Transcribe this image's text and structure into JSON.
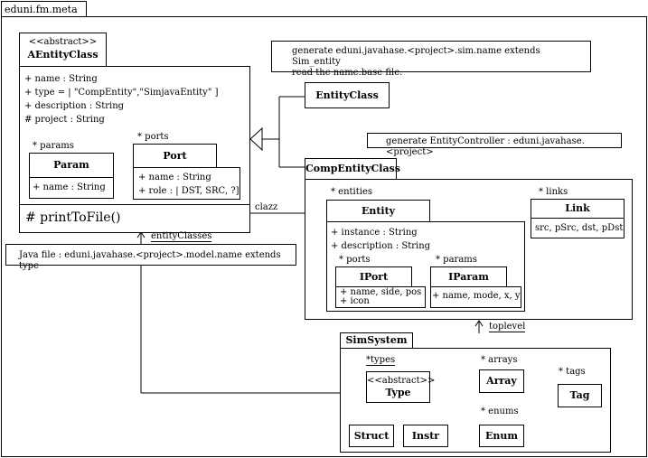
{
  "package": {
    "name": "eduni.fm.meta"
  },
  "notes": {
    "generate_line1": "generate eduni.javahase.<project>.sim.name extends Sim_entity",
    "generate_line2": "read the name.base file.",
    "controller": "generate EntityController : eduni.javahase.<project>",
    "javafile": "Java file : eduni.javahase.<project>.model.name extends type"
  },
  "aentity": {
    "stereotype": "<<abstract>>",
    "name": "AEntityClass",
    "attrs": [
      "+ name : String",
      "+ type = | \"CompEntity\",\"SimjavaEntity\" ]",
      "+ description : String",
      "# project : String"
    ],
    "method": "# printToFile()",
    "params_label": "* params",
    "ports_label": "* ports"
  },
  "param": {
    "name": "Param",
    "attr": "+ name : String"
  },
  "port": {
    "name": "Port",
    "attr1": "+ name : String",
    "attr2": "+ role : | DST, SRC, ?]"
  },
  "entityclass": {
    "name": "EntityClass"
  },
  "comp": {
    "name": "CompEntityClass",
    "entities_label": "* entities",
    "links_label": "* links"
  },
  "entity": {
    "name": "Entity",
    "attr1": "+ instance : String",
    "attr2": "+ description : String",
    "ports_label": "* ports",
    "params_label": "* params"
  },
  "iport": {
    "name": "IPort",
    "attr1": "+ name, side, pos",
    "attr2": "+ icon"
  },
  "iparam": {
    "name": "IParam",
    "attr": "+ name, mode, x, y"
  },
  "link": {
    "name": "Link",
    "attr": "src, pSrc, dst, pDst"
  },
  "labels": {
    "clazz": "clazz",
    "entityClasses": "entityClasses",
    "toplevel": "toplevel"
  },
  "simsystem": {
    "name": "SimSystem",
    "types_label": "*types",
    "arrays_label": "* arrays",
    "tags_label": "* tags",
    "enums_label": "* enums"
  },
  "type": {
    "stereotype": "<<abstract>>",
    "name": "Type"
  },
  "struct": {
    "name": "Struct"
  },
  "instr": {
    "name": "Instr"
  },
  "array": {
    "name": "Array"
  },
  "tag": {
    "name": "Tag"
  },
  "enum": {
    "name": "Enum"
  }
}
